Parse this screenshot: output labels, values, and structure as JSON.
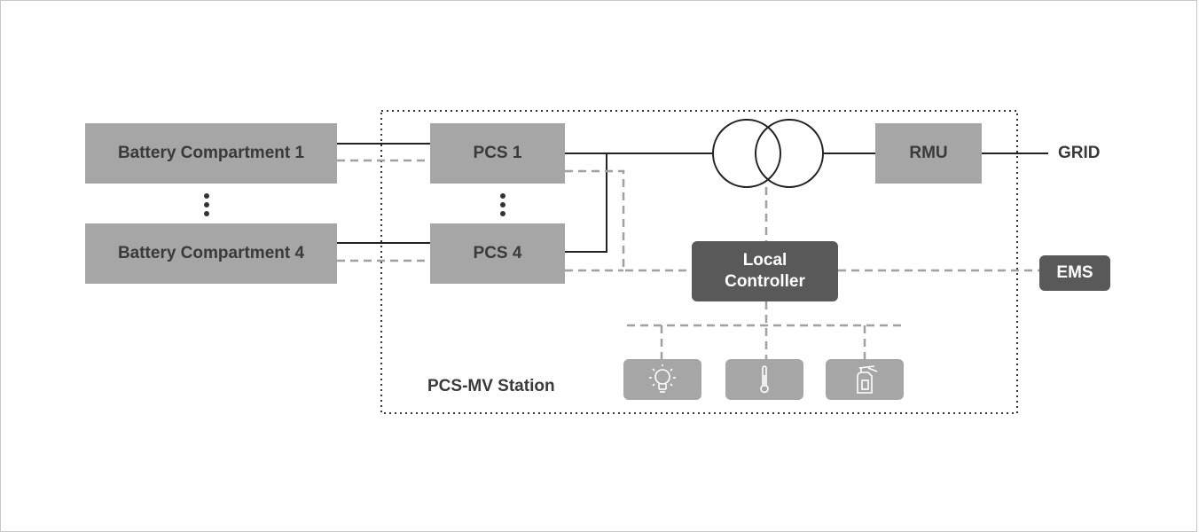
{
  "diagram": {
    "battery_1": "Battery Compartment 1",
    "battery_4": "Battery Compartment 4",
    "pcs_1": "PCS 1",
    "pcs_4": "PCS 4",
    "rmu": "RMU",
    "grid": "GRID",
    "local_controller": "Local\nController",
    "ems": "EMS",
    "station_label": "PCS-MV Station",
    "icons": [
      "lightbulb-icon",
      "thermometer-icon",
      "fire-extinguisher-icon"
    ]
  },
  "colors": {
    "box_fill": "#a6a6a6",
    "dark_fill": "#595959",
    "line": "#222222",
    "dashed": "#a0a0a0"
  }
}
